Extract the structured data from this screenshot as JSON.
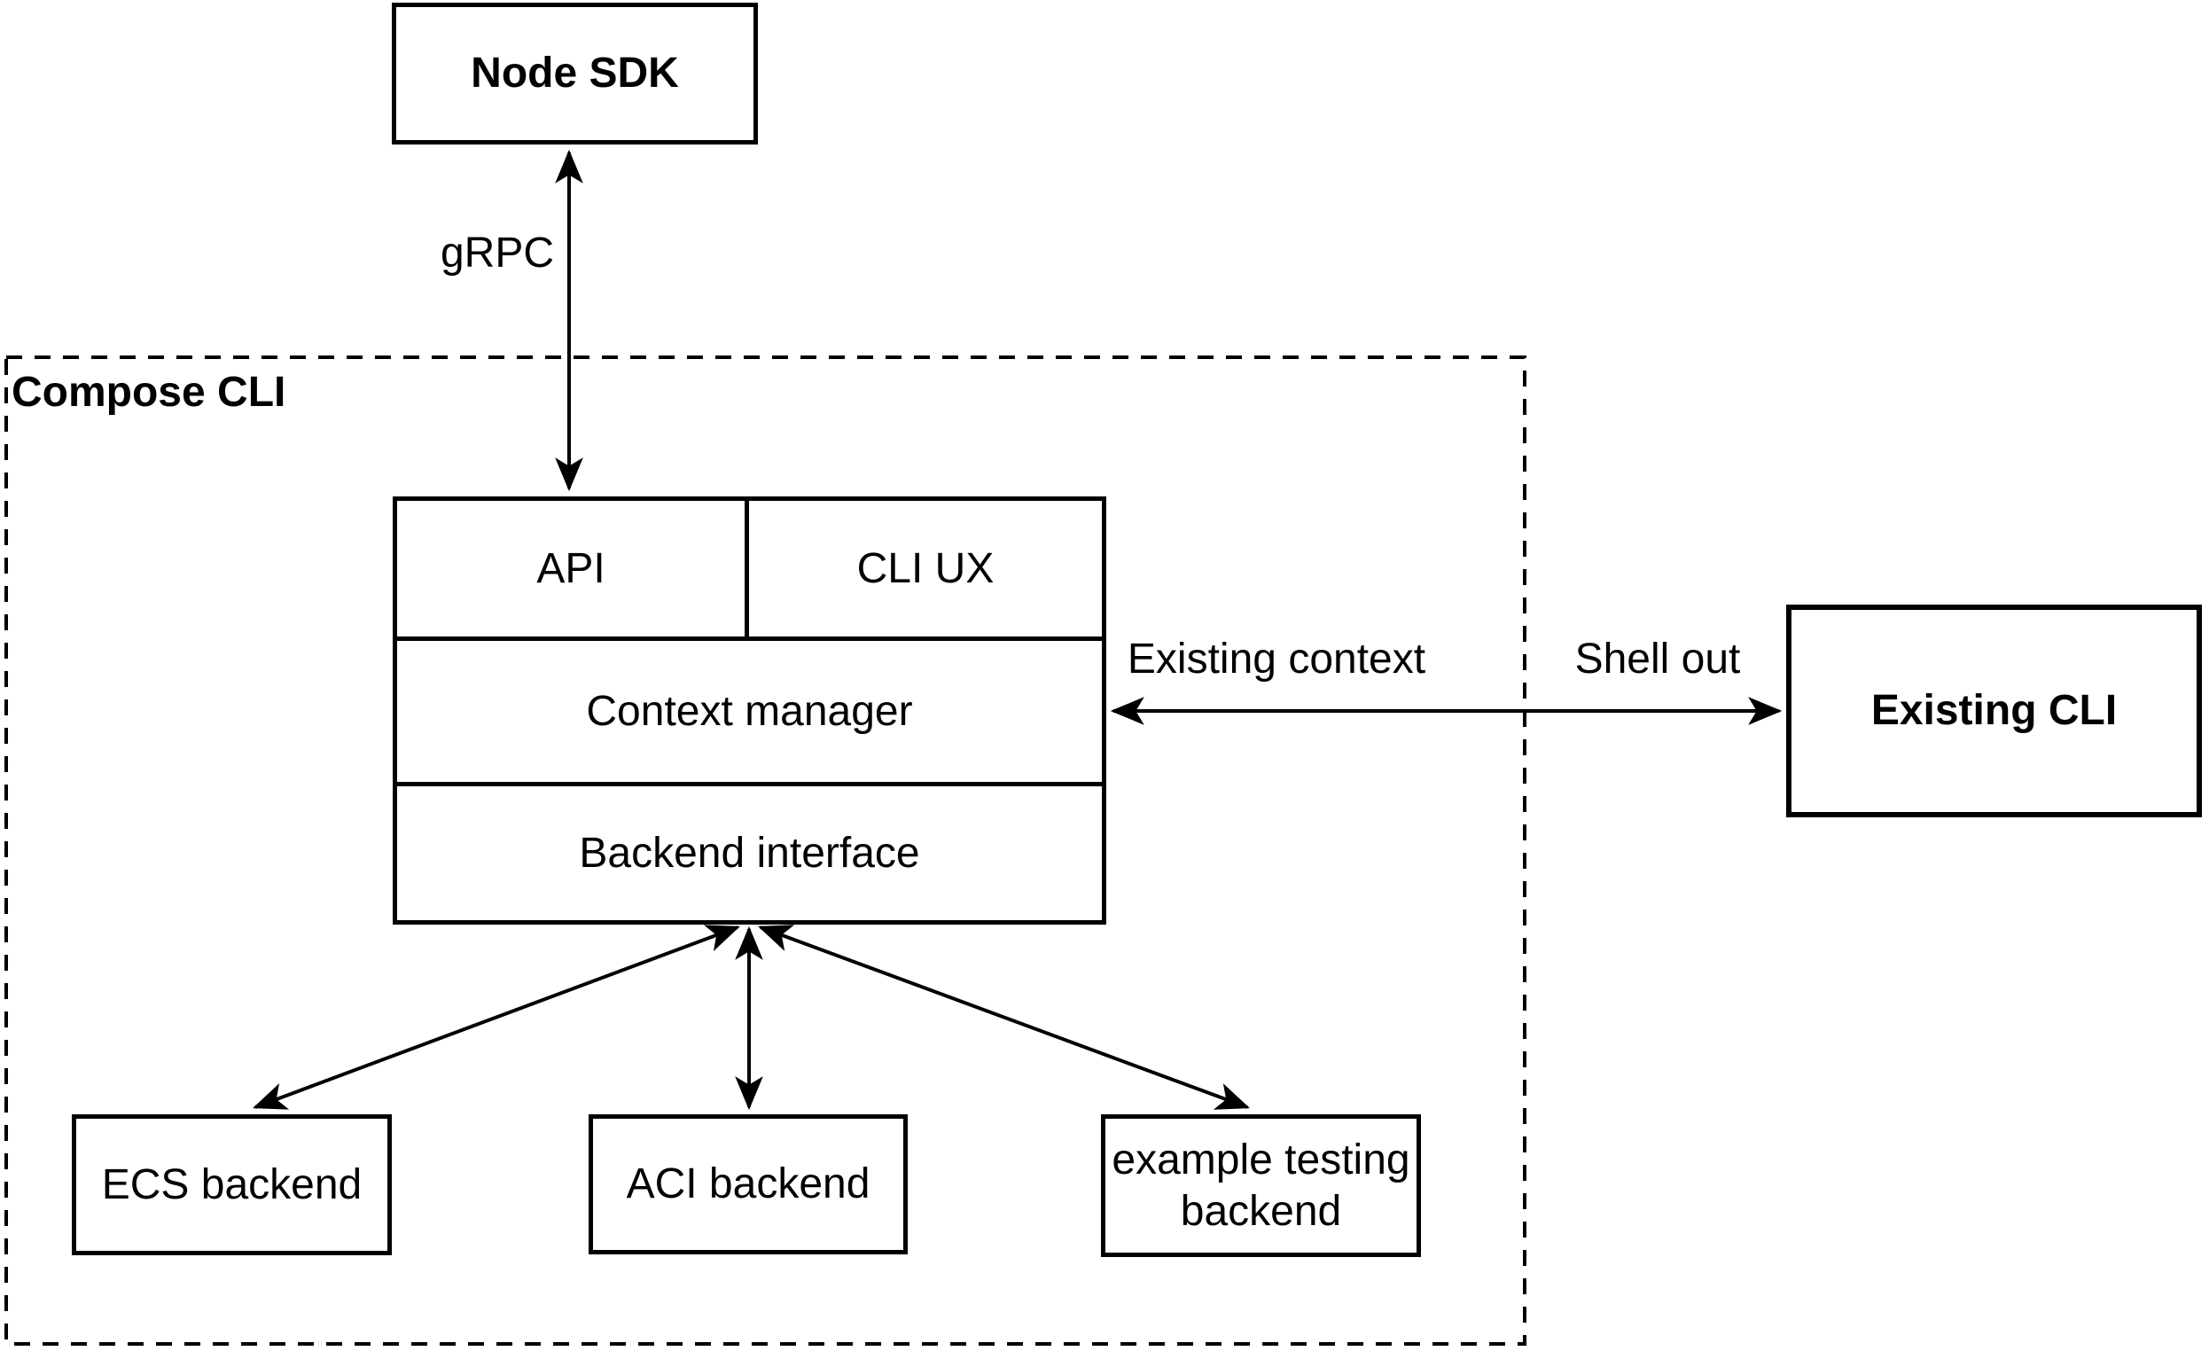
{
  "colors": {
    "ink": "#000000",
    "background": "#ffffff"
  },
  "container": {
    "label": "Compose CLI"
  },
  "nodes": {
    "node_sdk": {
      "label": "Node SDK"
    },
    "api": {
      "label": "API"
    },
    "cli_ux": {
      "label": "CLI UX"
    },
    "context_manager": {
      "label": "Context manager"
    },
    "backend_interface": {
      "label": "Backend interface"
    },
    "ecs_backend": {
      "label": "ECS backend"
    },
    "aci_backend": {
      "label": "ACI backend"
    },
    "example_testing_backend": {
      "label": "example testing backend"
    },
    "existing_cli": {
      "label": "Existing CLI"
    }
  },
  "edges": {
    "grpc": {
      "label": "gRPC",
      "from": "Node SDK",
      "to": "API",
      "direction": "bidirectional"
    },
    "context_to_existing_cli": {
      "label_inside": "Existing context",
      "label_outside": "Shell out",
      "from": "Context manager",
      "to": "Existing CLI",
      "direction": "bidirectional"
    },
    "backend_to_ecs": {
      "from": "Backend interface",
      "to": "ECS backend",
      "direction": "bidirectional"
    },
    "backend_to_aci": {
      "from": "Backend interface",
      "to": "ACI backend",
      "direction": "bidirectional"
    },
    "backend_to_example": {
      "from": "Backend interface",
      "to": "example testing backend",
      "direction": "bidirectional"
    }
  }
}
